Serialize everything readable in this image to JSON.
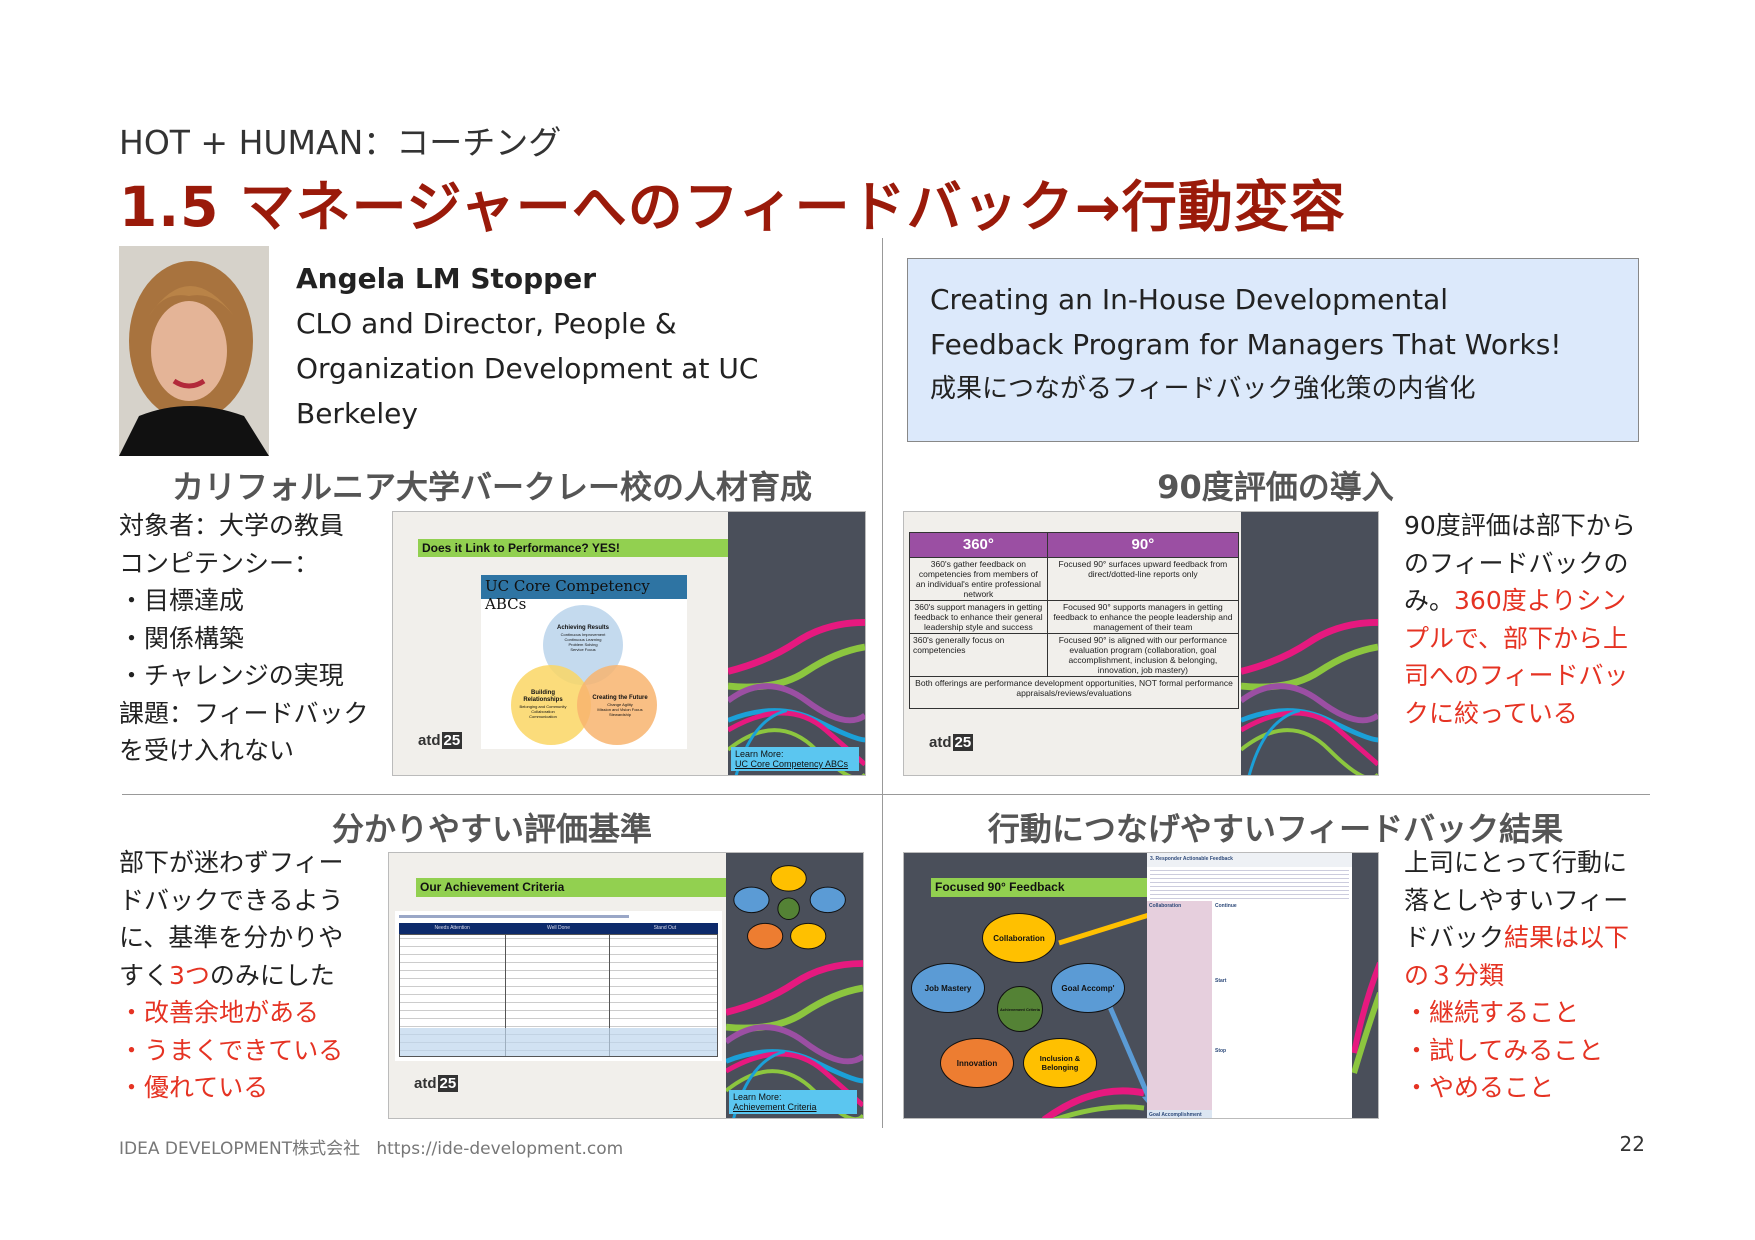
{
  "header": {
    "kicker": "HOT + HUMAN：コーチング",
    "title": "1.5 マネージャーへのフィードバック→行動変容"
  },
  "speaker": {
    "name": "Angela LM Stopper",
    "role_lines": [
      "CLO and Director, People &",
      "Organization Development at UC",
      "Berkeley"
    ]
  },
  "session_box": {
    "title_lines": [
      "Creating an In-House Developmental",
      "Feedback Program for Managers That Works!"
    ],
    "subtitle": "成果につながるフィードバック強化策の内省化",
    "bg_color": "#dce9fb"
  },
  "sections": {
    "top_left": {
      "heading": "カリフォルニア大学バークレー校の人材育成",
      "lines": [
        "対象者：大学の教員",
        "コンピテンシー：",
        "・目標達成",
        "・関係構築",
        "・チャレンジの実現",
        "課題：フィードバック",
        "を受け入れない"
      ]
    },
    "top_right": {
      "heading": "90度評価の導入",
      "lines_plain": [
        "90度評価は部下から",
        "のフィードバックの",
        "み。"
      ],
      "lines_red": [
        "360度よりシン",
        "プルで、部下から上",
        "司へのフィードバッ",
        "クに絞っている"
      ]
    },
    "bottom_left": {
      "heading": "分かりやすい評価基準",
      "lines_plain": [
        "部下が迷わずフィー",
        "ドバックできるよう",
        "に、基準を分かりや",
        "すく"
      ],
      "red_inline": "3つ",
      "after_inline": "のみにした",
      "lines_red": [
        "・改善余地がある",
        "・うまくできている",
        "・優れている"
      ]
    },
    "bottom_right": {
      "heading": "行動につなげやすいフィードバック結果",
      "lines_plain": [
        "上司にとって行動に",
        "落としやすいフィー",
        "ドバック"
      ],
      "red_inline": "結果は以下",
      "lines_red": [
        "の３分類",
        "・継続すること",
        "・試してみること",
        "・やめること"
      ]
    }
  },
  "slides": {
    "competency": {
      "bar": "Does it Link to Performance? YES!",
      "panel_title": "UC Core Competency ABCs",
      "circles": [
        {
          "title": "Achieving Results",
          "items": [
            "Continuous Improvement",
            "Continuous Learning",
            "Problem Solving",
            "Service Focus"
          ]
        },
        {
          "title": "Building Relationships",
          "items": [
            "Belonging and Community",
            "Collaboration",
            "Communication"
          ]
        },
        {
          "title": "Creating the Future",
          "items": [
            "Change Agility",
            "Mission and Vision Focus",
            "Stewardship"
          ]
        }
      ],
      "logo": "atd",
      "logo_num": "25",
      "learn_label": "Learn More:",
      "learn_link": "UC Core Competency ABCs"
    },
    "comparison": {
      "headers": [
        "360°",
        "90°"
      ],
      "rows": [
        [
          "360's gather feedback on competencies from members of an individual's entire professional network",
          "Focused 90° surfaces upward feedback from direct/dotted-line reports only"
        ],
        [
          "360's support managers in getting feedback to enhance their general leadership style and success",
          "Focused 90° supports managers in getting feedback to enhance the people leadership and management of their team"
        ],
        [
          "360's generally focus on competencies",
          "Focused 90° is aligned with our performance evaluation program (collaboration, goal accomplishment, inclusion & belonging, innovation, job mastery)"
        ]
      ],
      "footer": "Both offerings are performance development opportunities, NOT formal performance appraisals/reviews/evaluations",
      "logo": "atd",
      "logo_num": "25",
      "header_color": "#9b4fa3"
    },
    "criteria": {
      "bar": "Our Achievement Criteria",
      "table_headers": [
        "Needs Attention",
        "Well Done",
        "Stand Out"
      ],
      "logo": "atd",
      "logo_num": "25",
      "learn_label": "Learn More:",
      "learn_link": "Achievement Criteria"
    },
    "focused": {
      "bar": "Focused 90° Feedback",
      "center": "Achievement Criteria",
      "nodes": [
        "Collaboration",
        "Goal Accomp'",
        "Inclusion & Belonging",
        "Innovation",
        "Job Mastery"
      ],
      "report_title": "3. Responder Actionable Feedback",
      "report_rows": [
        "Collaboration",
        "Goal Accomplishment"
      ],
      "report_sections": [
        "Continue",
        "Start",
        "Stop"
      ]
    }
  },
  "footer": {
    "company": "IDEA DEVELOPMENT株式会社",
    "url": "https://ide-development.com",
    "page": "22"
  }
}
